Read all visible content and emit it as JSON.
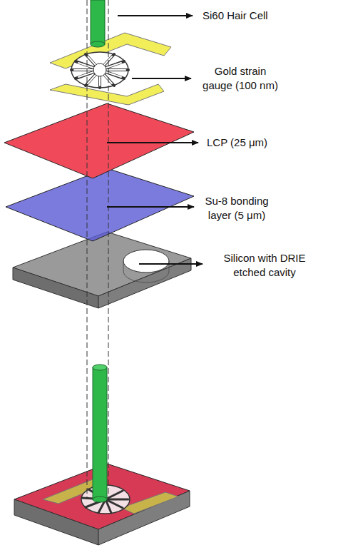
{
  "diagram": {
    "labels": [
      "Si60 Hair Cell",
      "Gold strain gauge (100 nm)",
      "LCP (25 μm)",
      "Su-8 bonding layer (5 μm)",
      "Silicon with DRIE etched cavity"
    ]
  }
}
